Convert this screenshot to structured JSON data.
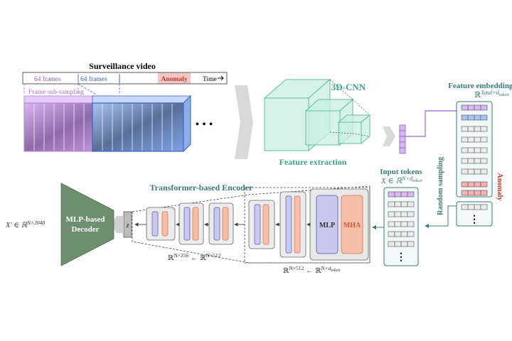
{
  "video": {
    "title": "Surveillance video",
    "frames_a": "64 frames",
    "frames_b": "64 frames",
    "anomaly": "Anomaly",
    "time": "Time",
    "subsampling": "Frame sub-sampling",
    "ellipsis": "• • •"
  },
  "cnn": {
    "title": "3D-CNN",
    "caption": "Feature extraction"
  },
  "embeddings": {
    "title": "Feature embeddings",
    "dim_base": "ℝ",
    "dim_sup": "Total×d",
    "dim_sub": "token",
    "random_sampling": "Random sampling",
    "anomaly_label": "Anomaly",
    "dots": "⋮"
  },
  "tokens": {
    "title": "Input tokens",
    "formula": "X ∈ ℝ",
    "formula_sup": "N×d",
    "formula_sub": "token",
    "dots": "⋮"
  },
  "encoder": {
    "title": "Transformer-based Encoder",
    "mlp": "MLP",
    "mha": "MHA",
    "latent": "z",
    "dim1_a": "ℝ",
    "dim1_a_sup": "N×256",
    "dim1_arrow": "←",
    "dim1_b": "ℝ",
    "dim1_b_sup": "N×512",
    "dim2_a": "ℝ",
    "dim2_a_sup": "N×512",
    "dim2_arrow": "←",
    "dim2_b": "ℝ",
    "dim2_b_sup": "N×d",
    "dim2_b_sub": "token"
  },
  "decoder": {
    "label_line1": "MLP-based",
    "label_line2": "Decoder",
    "output": "X′ ∈ ℝ",
    "output_sup": "N×2048"
  },
  "colors": {
    "purple": "#c9a0e6",
    "blue": "#5b8fd8",
    "red": "#e06060",
    "teal": "#6cc7a8",
    "teal_dark": "#3b7a78",
    "decoder": "#6e8f6e",
    "mlp_fill": "#c9c9f0",
    "mha_fill": "#f6c0a8"
  }
}
